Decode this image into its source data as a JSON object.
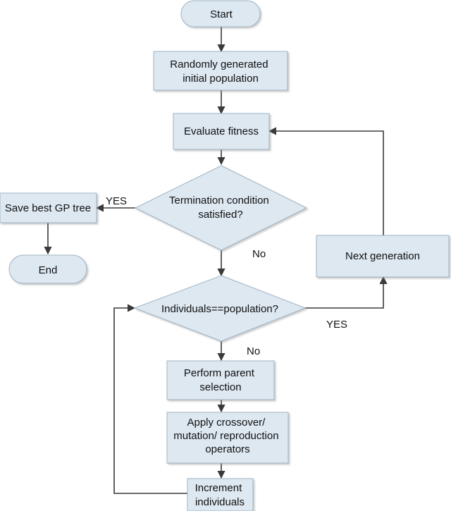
{
  "nodes": {
    "start": {
      "label": "Start",
      "shape": "terminator"
    },
    "init_population": {
      "label": [
        "Randomly generated",
        "initial population"
      ],
      "shape": "process"
    },
    "evaluate_fitness": {
      "label": "Evaluate fitness",
      "shape": "process"
    },
    "termination_check": {
      "label": [
        "Termination condition",
        "satisfied?"
      ],
      "shape": "decision"
    },
    "save_best": {
      "label": "Save best GP tree",
      "shape": "process"
    },
    "end": {
      "label": "End",
      "shape": "terminator"
    },
    "next_generation": {
      "label": "Next generation",
      "shape": "process"
    },
    "individuals_check": {
      "label": "Individuals==population?",
      "shape": "decision"
    },
    "parent_selection": {
      "label": [
        "Perform parent",
        "selection"
      ],
      "shape": "process"
    },
    "apply_operators": {
      "label": [
        "Apply crossover/",
        "mutation/ reproduction",
        "operators"
      ],
      "shape": "process"
    },
    "increment": {
      "label": [
        "Increment",
        "individuals"
      ],
      "shape": "process"
    }
  },
  "edges": {
    "termination_yes": "YES",
    "termination_no": "No",
    "individuals_yes": "YES",
    "individuals_no": "No"
  },
  "colors": {
    "box_fill": "#dde8f1",
    "box_stroke": "#9fb3c4",
    "arrow": "#3a3a3a",
    "text": "#111111"
  }
}
